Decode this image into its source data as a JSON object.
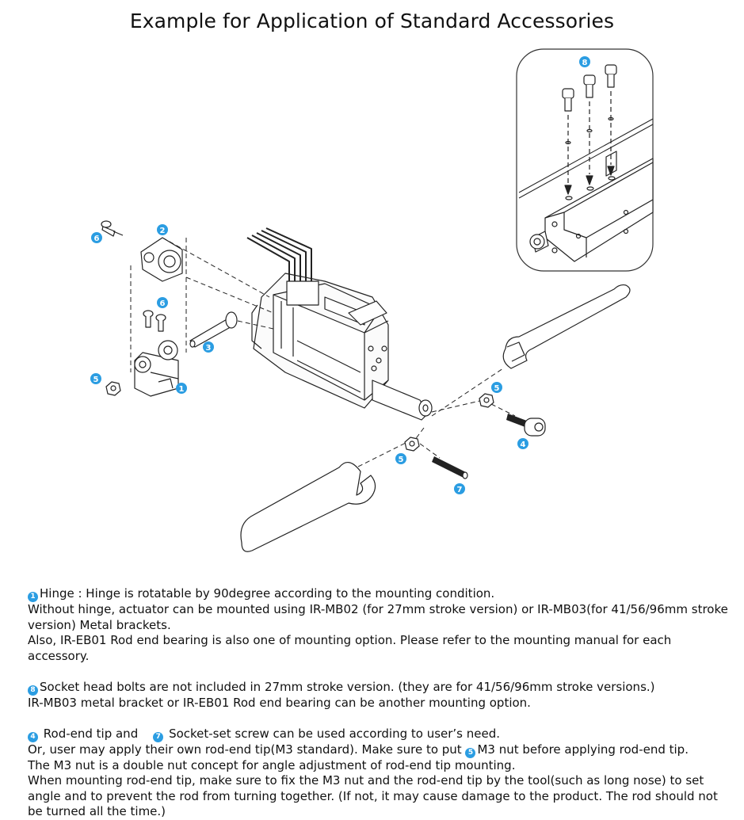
{
  "title": "Example for Application of Standard Accessories",
  "colors": {
    "badge": "#2b9de2",
    "line": "#222222",
    "part_fill": "#f4f4f4"
  },
  "badges": {
    "b1": "1",
    "b2": "2",
    "b3": "3",
    "b4": "4",
    "b5a": "5",
    "b5b": "5",
    "b5c": "5",
    "b6a": "6",
    "b6b": "6",
    "b7": "7",
    "b8": "8"
  },
  "notes": {
    "hinge": {
      "badge": "1",
      "line1": "Hinge : Hinge is rotatable by 90degree according to the mounting condition.",
      "line2": "Without hinge, actuator can be mounted using IR-MB02 (for 27mm stroke version) or IR-MB03(for 41/56/96mm stroke version) Metal brackets.",
      "line3": "Also, IR-EB01 Rod end bearing is also one of mounting option. Please refer to the mounting manual for each accessory."
    },
    "bolts": {
      "badge": "8",
      "line1": "Socket head bolts are not included in 27mm stroke version. (they are for 41/56/96mm stroke versions.)",
      "line2": "IR-MB03 metal bracket or IR-EB01 Rod end bearing can be another mounting option."
    },
    "rodend": {
      "badge_a": "4",
      "text_a": " Rod-end tip and ",
      "badge_b": "7",
      "text_b": " Socket-set screw can be used according to user’s need.",
      "line2_a": "Or, user may apply their own rod-end tip(M3 standard). Make sure to put ",
      "badge_c": "5",
      "line2_b": "M3 nut before applying rod-end tip.",
      "line3": "The M3 nut is a double nut concept for angle adjustment of rod-end tip mounting.",
      "line4": "When mounting rod-end tip, make sure to fix the M3 nut and the rod-end tip by the tool(such as long nose) to set angle and to prevent the rod from turning together. (If not, it may cause damage to the product. The rod should not be turned all the time.)"
    }
  }
}
